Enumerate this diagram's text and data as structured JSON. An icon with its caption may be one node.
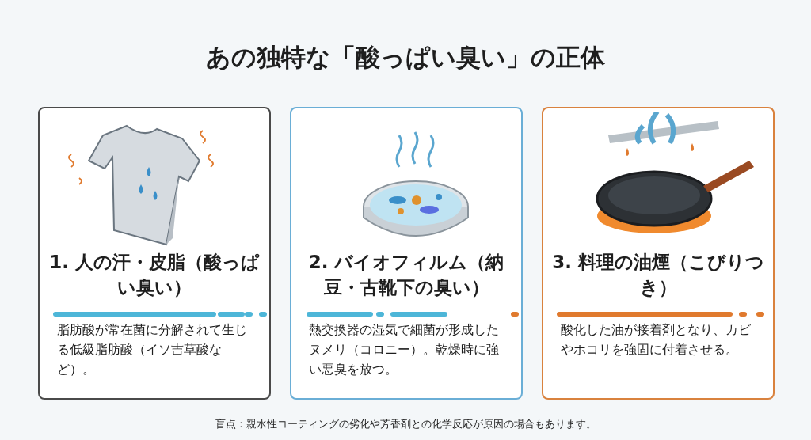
{
  "diagram": {
    "title": "あの独特な「酸っぱい臭い」の正体",
    "nodes": [
      {
        "text": [
          "1. 人の汗・皮脂（酸っぱい臭い）",
          "脂肪酸が常在菌に分解されて生じる低級脂肪酸（イソ吉草酸など）。"
        ]
      },
      {
        "text": [
          "2. バイオフィルム（納豆・古靴下の臭い）",
          "熱交換器の湿気で細菌が形成したヌメリ（コロニー）。乾燥時に強い悪臭を放つ。"
        ]
      },
      {
        "text": [
          "3. 料理の油煙（こびりつき）",
          "酸化した油が接着剤となり、カビやホコリを強固に付着させる。"
        ]
      }
    ],
    "caption": "盲点：親水性コーティングの劣化や芳香剤との化学反応が原因の場合もあります。"
  }
}
